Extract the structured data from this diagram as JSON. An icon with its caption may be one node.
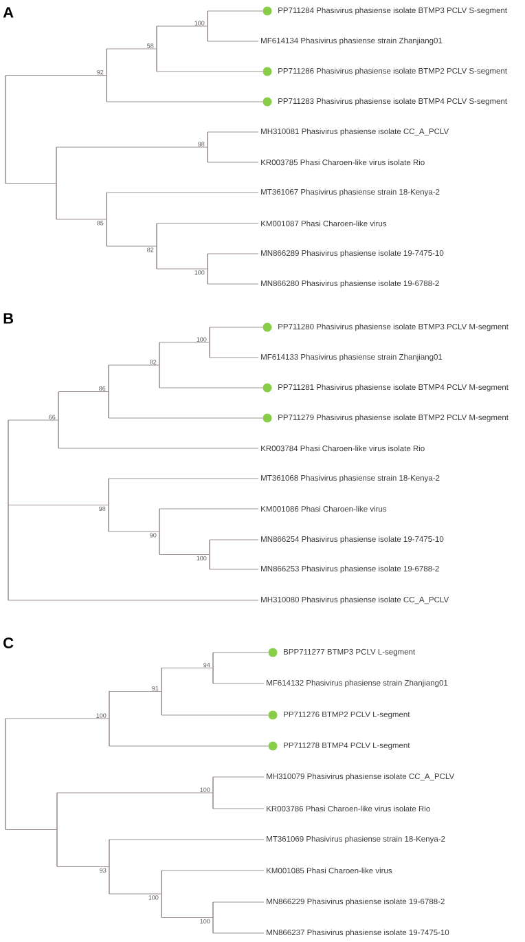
{
  "diagram": {
    "nodes": [
      {
        "text": [],
        "shape": "bar"
      },
      {
        "text": [],
        "shape": "bar",
        "beside": [
          "92"
        ]
      },
      {
        "text": [],
        "shape": "bar",
        "beside": [
          "58"
        ]
      },
      {
        "text": [],
        "shape": "bar",
        "beside": [
          "100"
        ]
      },
      {
        "text": [],
        "shape": "circle",
        "beside": [
          "PP711284 Phasivirus phasiense isolate BTMP3 PCLV S-segment"
        ]
      },
      {
        "text": [
          "MF614134 Phasivirus phasiense strain Zhanjiang01"
        ]
      },
      {
        "text": [],
        "shape": "circle",
        "beside": [
          "PP711286 Phasivirus phasiense isolate BTMP2 PCLV S-segment"
        ]
      },
      {
        "text": [],
        "shape": "circle",
        "beside": [
          "PP711283 Phasivirus phasiense isolate BTMP4 PCLV S-segment"
        ]
      },
      {
        "text": [],
        "shape": "bar"
      },
      {
        "text": [],
        "shape": "bar",
        "beside": [
          "98"
        ]
      },
      {
        "text": [
          "MH310081 Phasivirus phasiense isolate CC_A_PCLV"
        ]
      },
      {
        "text": [
          "KR003785 Phasi Charoen-like virus isolate Rio"
        ]
      },
      {
        "text": [],
        "shape": "bar",
        "beside": [
          "85"
        ]
      },
      {
        "text": [
          "MT361067 Phasivirus phasiense strain 18-Kenya-2"
        ]
      },
      {
        "text": [],
        "shape": "bar",
        "beside": [
          "82"
        ]
      },
      {
        "text": [
          "KM001087 Phasi Charoen-like virus"
        ]
      },
      {
        "text": [],
        "shape": "bar",
        "beside": [
          "100"
        ]
      },
      {
        "text": [
          "MN866289 Phasivirus phasiense isolate 19-7475-10"
        ]
      },
      {
        "text": [
          "MN866280 Phasivirus phasiense isolate 19-6788-2"
        ]
      },
      {
        "text": [],
        "shape": "bar"
      },
      {
        "text": [],
        "shape": "bar",
        "beside": [
          "66"
        ]
      },
      {
        "text": [],
        "shape": "bar",
        "beside": [
          "86"
        ]
      },
      {
        "text": [],
        "shape": "bar",
        "beside": [
          "82"
        ]
      },
      {
        "text": [],
        "shape": "bar",
        "beside": [
          "100"
        ]
      },
      {
        "text": [],
        "shape": "circle",
        "beside": [
          "PP711280 Phasivirus phasiense isolate BTMP3 PCLV M-segment"
        ]
      },
      {
        "text": [
          "MF614133 Phasivirus phasiense strain Zhanjiang01"
        ]
      },
      {
        "text": [],
        "shape": "circle",
        "beside": [
          "PP711281 Phasivirus phasiense isolate BTMP4 PCLV M-segment"
        ]
      },
      {
        "text": [],
        "shape": "circle",
        "beside": [
          "PP711279 Phasivirus phasiense isolate BTMP2 PCLV M-segment"
        ]
      },
      {
        "text": [
          "KR003784 Phasi Charoen-like virus isolate Rio"
        ]
      },
      {
        "text": [],
        "shape": "bar",
        "beside": [
          "98"
        ]
      },
      {
        "text": [
          "MT361068 Phasivirus phasiense strain 18-Kenya-2"
        ]
      },
      {
        "text": [],
        "shape": "bar",
        "beside": [
          "90"
        ]
      },
      {
        "text": [
          "KM001086 Phasi Charoen-like virus"
        ]
      },
      {
        "text": [],
        "shape": "bar",
        "beside": [
          "100"
        ]
      },
      {
        "text": [
          "MN866254 Phasivirus phasiense isolate 19-7475-10"
        ]
      },
      {
        "text": [
          "MN866253 Phasivirus phasiense isolate 19-6788-2"
        ]
      },
      {
        "text": [
          "MH310080 Phasivirus phasiense isolate CC_A_PCLV"
        ]
      },
      {
        "text": [],
        "shape": "bar"
      },
      {
        "text": [],
        "shape": "bar",
        "beside": [
          "100"
        ]
      },
      {
        "text": [],
        "shape": "bar",
        "beside": [
          "91"
        ]
      },
      {
        "text": [],
        "shape": "bar",
        "beside": [
          "94"
        ]
      },
      {
        "text": [],
        "shape": "circle",
        "beside": [
          "BPP711277 BTMP3 PCLV L-segment"
        ]
      },
      {
        "text": [
          "MF614132 Phasivirus phasiense strain Zhanjiang01"
        ]
      },
      {
        "text": [],
        "shape": "circle",
        "beside": [
          "PP711276 BTMP2 PCLV L-segment"
        ]
      },
      {
        "text": [],
        "shape": "circle",
        "beside": [
          "PP711278 BTMP4 PCLV L-segment"
        ]
      },
      {
        "text": [],
        "shape": "bar"
      },
      {
        "text": [],
        "shape": "bar",
        "beside": [
          "100"
        ]
      },
      {
        "text": [
          "MH310079 Phasivirus phasiense isolate CC_A_PCLV"
        ]
      },
      {
        "text": [
          "KR003786 Phasi Charoen-like virus isolate Rio"
        ]
      },
      {
        "text": [],
        "shape": "bar",
        "beside": [
          "93"
        ]
      },
      {
        "text": [
          "MT361069 Phasivirus phasiense strain 18-Kenya-2"
        ]
      },
      {
        "text": [],
        "shape": "bar",
        "beside": [
          "100"
        ]
      },
      {
        "text": [
          "KM001085 Phasi Charoen-like virus"
        ]
      },
      {
        "text": [],
        "shape": "bar",
        "beside": [
          "100"
        ]
      },
      {
        "text": [
          "MN866229 Phasivirus phasiense isolate 19-6788-2"
        ]
      },
      {
        "text": [
          "MN866237 Phasivirus phasiense isolate 19-7475-10"
        ]
      }
    ],
    "edges": [
      {
        "from": 0,
        "to": 1,
        "arrow": "none"
      },
      {
        "from": 1,
        "to": 2,
        "arrow": "none"
      },
      {
        "from": 2,
        "to": 3,
        "arrow": "none"
      },
      {
        "from": 3,
        "to": 4,
        "arrow": "none"
      },
      {
        "from": 3,
        "to": 5,
        "arrow": "none"
      },
      {
        "from": 2,
        "to": 6,
        "arrow": "none"
      },
      {
        "from": 1,
        "to": 7,
        "arrow": "none"
      },
      {
        "from": 0,
        "to": 8,
        "arrow": "none"
      },
      {
        "from": 8,
        "to": 9,
        "arrow": "none"
      },
      {
        "from": 9,
        "to": 10,
        "arrow": "none"
      },
      {
        "from": 9,
        "to": 11,
        "arrow": "none"
      },
      {
        "from": 8,
        "to": 12,
        "arrow": "none"
      },
      {
        "from": 12,
        "to": 13,
        "arrow": "none"
      },
      {
        "from": 12,
        "to": 14,
        "arrow": "none"
      },
      {
        "from": 14,
        "to": 15,
        "arrow": "none"
      },
      {
        "from": 14,
        "to": 16,
        "arrow": "none"
      },
      {
        "from": 16,
        "to": 17,
        "arrow": "none"
      },
      {
        "from": 16,
        "to": 18,
        "arrow": "none"
      },
      {
        "from": 19,
        "to": 20,
        "arrow": "none"
      },
      {
        "from": 20,
        "to": 21,
        "arrow": "none"
      },
      {
        "from": 21,
        "to": 22,
        "arrow": "none"
      },
      {
        "from": 22,
        "to": 23,
        "arrow": "none"
      },
      {
        "from": 23,
        "to": 24,
        "arrow": "none"
      },
      {
        "from": 23,
        "to": 25,
        "arrow": "none"
      },
      {
        "from": 22,
        "to": 26,
        "arrow": "none"
      },
      {
        "from": 21,
        "to": 27,
        "arrow": "none"
      },
      {
        "from": 20,
        "to": 28,
        "arrow": "none"
      },
      {
        "from": 19,
        "to": 29,
        "arrow": "none"
      },
      {
        "from": 29,
        "to": 30,
        "arrow": "none"
      },
      {
        "from": 29,
        "to": 31,
        "arrow": "none"
      },
      {
        "from": 31,
        "to": 32,
        "arrow": "none"
      },
      {
        "from": 31,
        "to": 33,
        "arrow": "none"
      },
      {
        "from": 33,
        "to": 34,
        "arrow": "none"
      },
      {
        "from": 33,
        "to": 35,
        "arrow": "none"
      },
      {
        "from": 19,
        "to": 36,
        "arrow": "none"
      },
      {
        "from": 37,
        "to": 38,
        "arrow": "none"
      },
      {
        "from": 38,
        "to": 39,
        "arrow": "none"
      },
      {
        "from": 39,
        "to": 40,
        "arrow": "none"
      },
      {
        "from": 40,
        "to": 41,
        "arrow": "none"
      },
      {
        "from": 40,
        "to": 42,
        "arrow": "none"
      },
      {
        "from": 39,
        "to": 43,
        "arrow": "none"
      },
      {
        "from": 38,
        "to": 44,
        "arrow": "none"
      },
      {
        "from": 37,
        "to": 45,
        "arrow": "none"
      },
      {
        "from": 45,
        "to": 46,
        "arrow": "none"
      },
      {
        "from": 46,
        "to": 47,
        "arrow": "none"
      },
      {
        "from": 46,
        "to": 48,
        "arrow": "none"
      },
      {
        "from": 45,
        "to": 49,
        "arrow": "none"
      },
      {
        "from": 49,
        "to": 50,
        "arrow": "none"
      },
      {
        "from": 49,
        "to": 51,
        "arrow": "none"
      },
      {
        "from": 51,
        "to": 52,
        "arrow": "none"
      },
      {
        "from": 51,
        "to": 53,
        "arrow": "none"
      },
      {
        "from": 53,
        "to": 54,
        "arrow": "none"
      },
      {
        "from": 53,
        "to": 55,
        "arrow": "none"
      }
    ],
    "labels": [
      "A",
      "B",
      "C"
    ]
  }
}
